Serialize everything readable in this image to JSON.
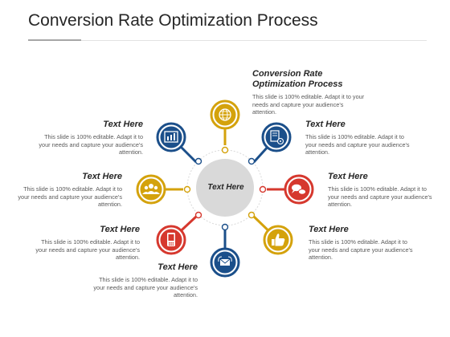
{
  "title": "Conversion Rate Optimization Process",
  "hub_text": "Text Here",
  "colors": {
    "blue": "#1b4f8a",
    "yellow": "#d4a20c",
    "red": "#d6382e",
    "gray_hub": "#d9d9d9",
    "ring": "#d9d9d9"
  },
  "nodes": [
    {
      "color": "blue",
      "icon": "dashboard-chart-icon"
    },
    {
      "color": "yellow",
      "icon": "globe-icon"
    },
    {
      "color": "blue",
      "icon": "document-settings-icon"
    },
    {
      "color": "yellow",
      "icon": "people-group-icon"
    },
    {
      "color": "red",
      "icon": "speech-bubbles-icon"
    },
    {
      "color": "red",
      "icon": "mobile-phone-icon"
    },
    {
      "color": "yellow",
      "icon": "thumbs-up-icon"
    },
    {
      "color": "blue",
      "icon": "email-hand-icon"
    }
  ],
  "labels": {
    "top": {
      "heading": "Conversion Rate Optimization Process",
      "heading_line1": "Conversion Rate",
      "heading_line2": "Optimization Process",
      "body": "This slide is 100% editable. Adapt it to your needs and capture your audience's attention."
    },
    "upper_left": {
      "heading": "Text Here",
      "body": "This slide is 100% editable. Adapt it to your needs and capture your audience's attention."
    },
    "upper_right": {
      "heading": "Text Here",
      "body": "This slide is 100% editable. Adapt it to your needs and capture your audience's attention."
    },
    "left": {
      "heading": "Text Here",
      "body": "This slide is 100% editable. Adapt it to your needs and capture your audience's attention."
    },
    "right": {
      "heading": "Text Here",
      "body": "This slide is 100% editable. Adapt it to your needs and capture your audience's attention."
    },
    "lower_left": {
      "heading": "Text Here",
      "body": "This slide is 100% editable. Adapt it to your needs and capture your audience's attention."
    },
    "lower_right": {
      "heading": "Text Here",
      "body": "This slide is 100% editable. Adapt it to your needs and capture your audience's attention."
    },
    "bottom": {
      "heading": "Text Here",
      "body": "This slide is 100% editable. Adapt it to your needs and capture your audience's attention."
    }
  }
}
